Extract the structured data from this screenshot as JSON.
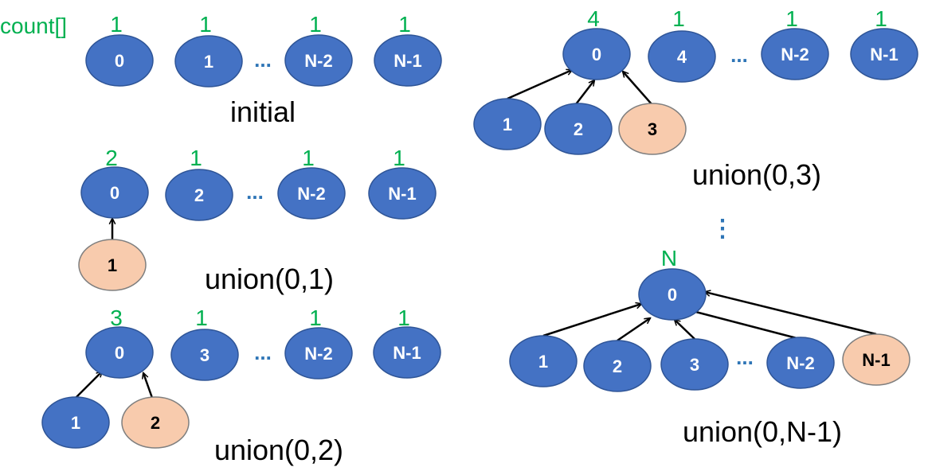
{
  "legend": {
    "label": "count[]"
  },
  "colors": {
    "root": "#4472C4",
    "root_stroke": "#2F5597",
    "new_child": "#F8CBAD",
    "count": "#00B050",
    "ellipsis": "#2E75B6",
    "arrow": "#000000"
  },
  "panels": [
    {
      "id": "initial",
      "caption": "initial",
      "ellipsis": "...",
      "roots": [
        {
          "label": "0",
          "count": "1"
        },
        {
          "label": "1",
          "count": "1"
        },
        {
          "label": "N-2",
          "count": "1"
        },
        {
          "label": "N-1",
          "count": "1"
        }
      ],
      "children": []
    },
    {
      "id": "union-0-1",
      "caption": "union(0,1)",
      "ellipsis": "...",
      "roots": [
        {
          "label": "0",
          "count": "2"
        },
        {
          "label": "2",
          "count": "1"
        },
        {
          "label": "N-2",
          "count": "1"
        },
        {
          "label": "N-1",
          "count": "1"
        }
      ],
      "children": [
        {
          "label": "1",
          "new": true
        }
      ]
    },
    {
      "id": "union-0-2",
      "caption": "union(0,2)",
      "ellipsis": "...",
      "roots": [
        {
          "label": "0",
          "count": "3"
        },
        {
          "label": "3",
          "count": "1"
        },
        {
          "label": "N-2",
          "count": "1"
        },
        {
          "label": "N-1",
          "count": "1"
        }
      ],
      "children": [
        {
          "label": "1",
          "new": false
        },
        {
          "label": "2",
          "new": true
        }
      ]
    },
    {
      "id": "union-0-3",
      "caption": "union(0,3)",
      "ellipsis": "...",
      "roots": [
        {
          "label": "0",
          "count": "4"
        },
        {
          "label": "4",
          "count": "1"
        },
        {
          "label": "N-2",
          "count": "1"
        },
        {
          "label": "N-1",
          "count": "1"
        }
      ],
      "children": [
        {
          "label": "1",
          "new": false
        },
        {
          "label": "2",
          "new": false
        },
        {
          "label": "3",
          "new": true
        }
      ]
    },
    {
      "id": "union-0-n-1",
      "caption": "union(0,N-1)",
      "ellipsis": "...",
      "roots": [
        {
          "label": "0",
          "count": "N"
        }
      ],
      "children": [
        {
          "label": "1",
          "new": false
        },
        {
          "label": "2",
          "new": false
        },
        {
          "label": "3",
          "new": false
        },
        {
          "label": "N-2",
          "new": false
        },
        {
          "label": "N-1",
          "new": true
        }
      ]
    }
  ],
  "vertical_ellipsis": "⋮"
}
